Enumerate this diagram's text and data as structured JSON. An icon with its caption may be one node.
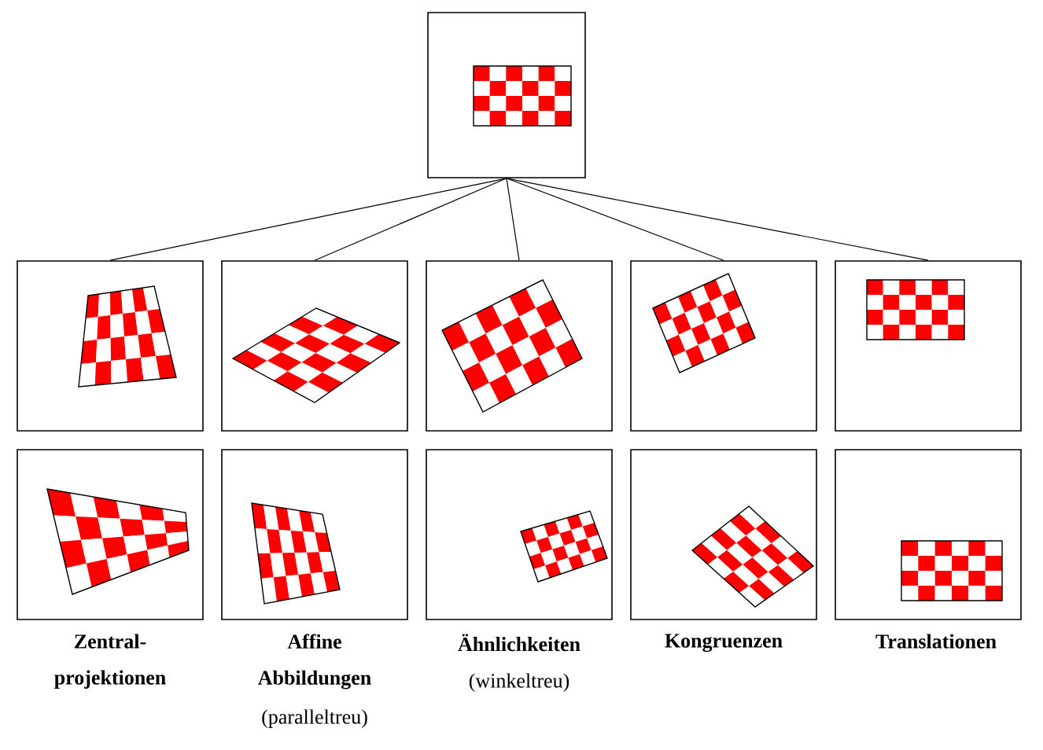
{
  "diagram": {
    "nodes": [
      {
        "text": [],
        "shape": "picture"
      },
      {
        "text": [],
        "shape": "picture"
      },
      {
        "text": [],
        "shape": "picture"
      },
      {
        "text": [],
        "shape": "picture"
      },
      {
        "text": [],
        "shape": "picture"
      },
      {
        "text": [],
        "shape": "picture"
      },
      {
        "text": [],
        "shape": "picture"
      },
      {
        "text": [],
        "shape": "picture"
      },
      {
        "text": [],
        "shape": "picture"
      },
      {
        "text": [],
        "shape": "picture"
      },
      {
        "text": [],
        "shape": "picture"
      }
    ],
    "edges": [
      {
        "from": 0,
        "to": 1,
        "arrow": "none"
      },
      {
        "from": 0,
        "to": 2,
        "arrow": "none"
      },
      {
        "from": 0,
        "to": 3,
        "arrow": "none"
      },
      {
        "from": 0,
        "to": 4,
        "arrow": "none"
      },
      {
        "from": 0,
        "to": 5,
        "arrow": "none"
      }
    ],
    "labels": [
      "Zentral- projektionen",
      "Affine Abbildungen",
      "(paralleltreu)",
      "Ähnlichkeiten",
      "(winkeltreu)",
      "Kongruenzen",
      "Translationen"
    ]
  }
}
